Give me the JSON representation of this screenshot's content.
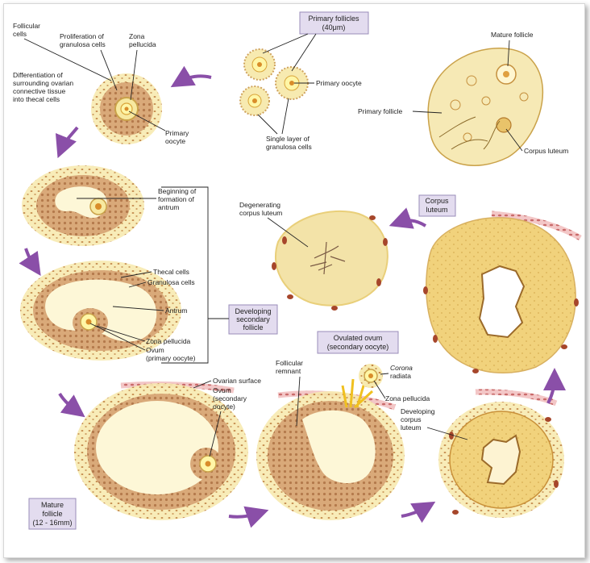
{
  "labels": {
    "follicular_cells": [
      "Follicular",
      "cells"
    ],
    "proliferation": [
      "Proliferation of",
      "granulosa cells"
    ],
    "zona_pellucida_1": [
      "Zona",
      "pellucida"
    ],
    "differentiation": [
      "Differentiation of",
      "surrounding ovarian",
      "connective tissue",
      "into thecal cells"
    ],
    "primary_oocyte_1": [
      "Primary",
      "oocyte"
    ],
    "primary_follicles_box": [
      "Primary follicles",
      "(40μm)"
    ],
    "primary_oocyte_2": "Primary oocyte",
    "single_layer": [
      "Single layer of",
      "granulosa cells"
    ],
    "mature_follicle_top": "Mature follicle",
    "primary_follicle": "Primary follicle",
    "corpus_luteum_top": "Corpus luteum",
    "beginning_antrum": [
      "Beginning of",
      "formation of",
      "antrum"
    ],
    "degenerating_cl": [
      "Degenerating",
      "corpus luteum"
    ],
    "corpus_luteum_box": [
      "Corpus",
      "luteum"
    ],
    "thecal_cells": "Thecal cells",
    "granulosa_cells": "Granulosa cells",
    "antrum": "Antrum",
    "developing_secondary_box": [
      "Developing",
      "secondary",
      "follicle"
    ],
    "zona_pellucida_2": "Zona pellucida",
    "ovum_primary": [
      "Ovum",
      "(primary oocyte)"
    ],
    "ovulated_box": [
      "Ovulated ovum",
      "(secondary oocyte)"
    ],
    "follicular_remnant": [
      "Follicular",
      "remnant"
    ],
    "corona_radiata": [
      "Corona",
      "radiata"
    ],
    "zona_pellucida_3": "Zona pellucida",
    "ovarian_surface": "Ovarian surface",
    "ovum_secondary": [
      "Ovum",
      "(secondary",
      "oocyte)"
    ],
    "developing_cl": [
      "Developing",
      "corpus",
      "luteum"
    ],
    "mature_follicle_box": [
      "Mature",
      "follicle",
      "(12 - 16mm)"
    ]
  },
  "colors": {
    "box_fill": "#e3dcef",
    "box_border": "#9a8cba",
    "arrow": "#8a4fa8",
    "granulosa": "#d9a979",
    "granulosa_dot": "#b47a4c",
    "theca": "#f7eab0",
    "antrum": "#fdf7d7",
    "oocyte": "#fff6a6",
    "red_body": "#a6462b",
    "cl_fill": "#f1d27c",
    "surface": "#e7a0a0"
  }
}
